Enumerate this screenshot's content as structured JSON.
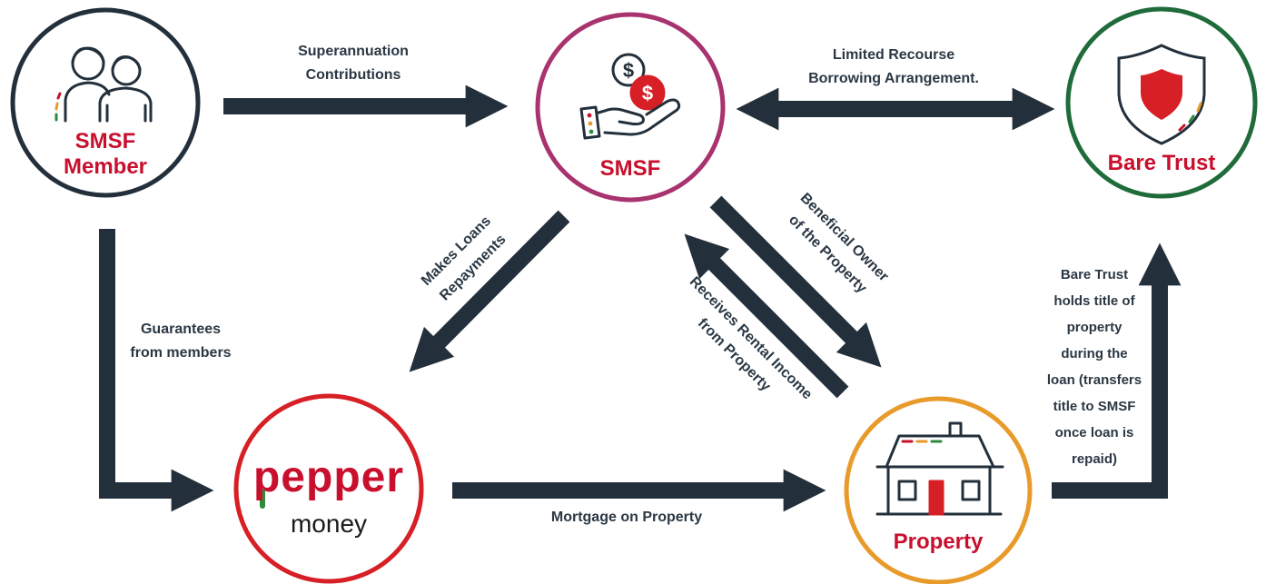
{
  "nodes": {
    "smsf_member": {
      "label": "SMSF\nMember",
      "color": "#c8102e",
      "ring": "#23303b",
      "icon": "people-icon"
    },
    "smsf": {
      "label": "SMSF",
      "color": "#c8102e",
      "ring": "#a8336e",
      "icon": "hand-coins-icon"
    },
    "bare_trust": {
      "label": "Bare Trust",
      "color": "#c8102e",
      "ring": "#1f6b3a",
      "icon": "shield-icon"
    },
    "pepper": {
      "brand_top": "pepper",
      "brand_bottom": "money",
      "ring": "#d71f26",
      "brand_color": "#c8102e"
    },
    "property": {
      "label": "Property",
      "color": "#c8102e",
      "ring": "#e89b2b",
      "icon": "house-icon"
    }
  },
  "edges": {
    "super_contrib": "Superannuation\nContributions",
    "lrba": "Limited Recourse\nBorrowing Arrangement.",
    "loan_repayments": "Makes Loans\nRepayments",
    "beneficial_owner": "Beneficial Owner\nof the Property",
    "rental_income": "Receives Rental Income\nfrom Property",
    "guarantees": "Guarantees\nfrom members",
    "bare_trust_holds": "Bare Trust\nholds title of\nproperty\nduring the\nloan (transfers\ntitle to SMSF\nonce loan is\nrepaid)",
    "mortgage": "Mortgage on Property"
  },
  "colors": {
    "arrow": "#23303b",
    "accent_red": "#c8102e",
    "accent_green": "#2e8b3e",
    "accent_orange": "#e89b2b"
  }
}
